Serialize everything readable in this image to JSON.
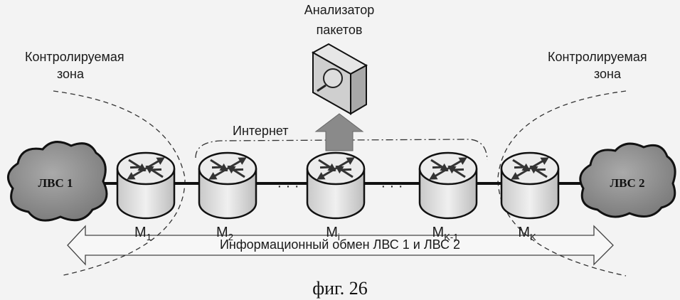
{
  "labels": {
    "analyzer_line1": "Анализатор",
    "analyzer_line2": "пакетов",
    "internet": "Интернет",
    "zone_left_line1": "Контролируемая",
    "zone_left_line2": "зона",
    "zone_right_line1": "Контролируемая",
    "zone_right_line2": "зона",
    "lan1": "ЛВС 1",
    "lan2": "ЛВС 2",
    "exchange": "Информационный обмен ЛВС 1 и ЛВС 2",
    "caption": "фиг. 26",
    "ellipsis": "· · ·"
  },
  "routers": [
    {
      "name": "M",
      "sub": "1"
    },
    {
      "name": "M",
      "sub": "2"
    },
    {
      "name": "M",
      "sub": "i"
    },
    {
      "name": "M",
      "sub": "K-1"
    },
    {
      "name": "M",
      "sub": "K"
    }
  ]
}
